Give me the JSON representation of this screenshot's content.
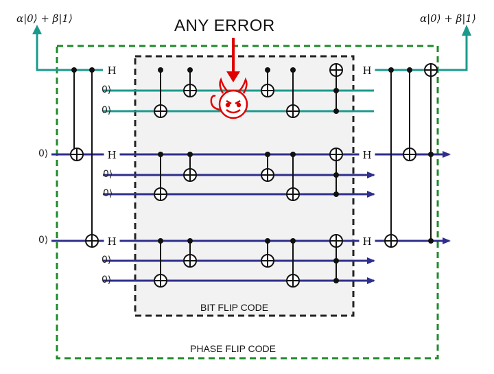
{
  "labels": {
    "input_state": "α|0⟩ + β|1⟩",
    "output_state": "α|0⟩ + β|1⟩",
    "error_title": "ANY ERROR",
    "bit_flip_caption": "BIT FLIP CODE",
    "phase_flip_caption": "PHASE FLIP CODE"
  },
  "ancilla_labels": [
    "0⟩",
    "0⟩",
    "0⟩",
    "0⟩",
    "0⟩",
    "0⟩",
    "0⟩",
    "0⟩"
  ],
  "gate_label": "H",
  "icons": {
    "error_source": "devil-icon"
  },
  "colors": {
    "data_wire": "#1a9a8c",
    "ancilla_wire": "#2e2e8c",
    "arrow": "#e00000",
    "devil": "#e00000",
    "phase_box": "#1f8a2a",
    "bit_box": "#222222"
  }
}
